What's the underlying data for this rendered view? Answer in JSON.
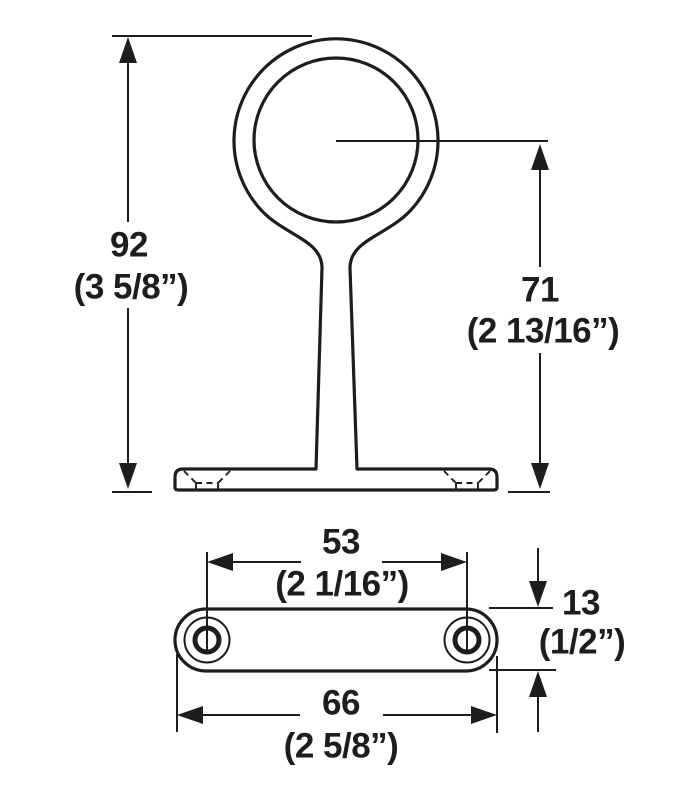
{
  "views": {
    "front": {
      "total_height": {
        "mm": "92",
        "inch": "(3 5/8”)"
      },
      "center_height": {
        "mm": "71",
        "inch": "(2 13/16”)"
      }
    },
    "plan": {
      "hole_spacing": {
        "mm": "53",
        "inch": "(2 1/16”)"
      },
      "total_width": {
        "mm": "66",
        "inch": "(2 5/8”)"
      },
      "plate_depth": {
        "mm": "13",
        "inch": "(1/2”)"
      }
    }
  },
  "colors": {
    "line": "#1d1d1b",
    "background": "#ffffff"
  }
}
